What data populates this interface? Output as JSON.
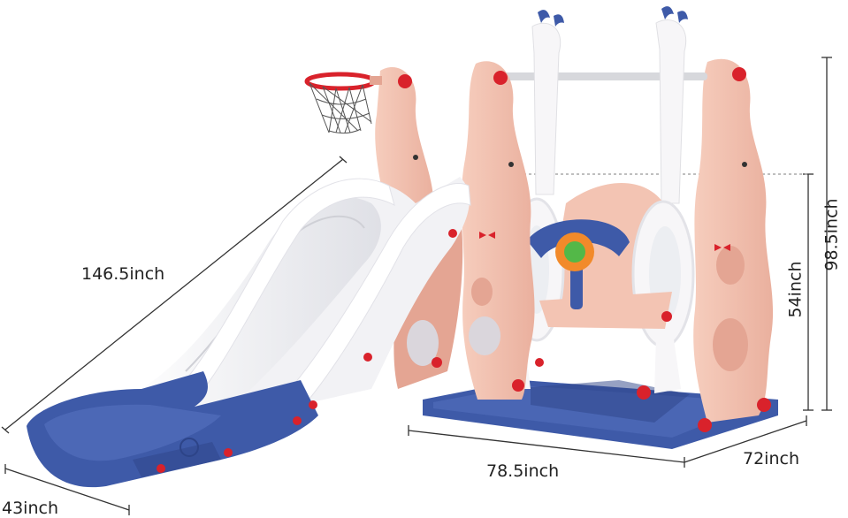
{
  "image": {
    "subject": "toddler slide, swing and basketball hoop playset",
    "colors": {
      "pink": "#f3c4b3",
      "pink_dark": "#e4a593",
      "white": "#f7f6f8",
      "grey_panel": "#dcdde2",
      "blue": "#3e5aa8",
      "blue_dark": "#2d4488",
      "red": "#d9222b",
      "pole": "#d7d8dc",
      "dim_line": "#333333"
    }
  },
  "dimensions": {
    "slide_length": "146.5inch",
    "width_front": "43inch",
    "base_length": "78.5inch",
    "base_depth": "72inch",
    "swing_height": "54inch",
    "total_height": "98.5inch"
  }
}
